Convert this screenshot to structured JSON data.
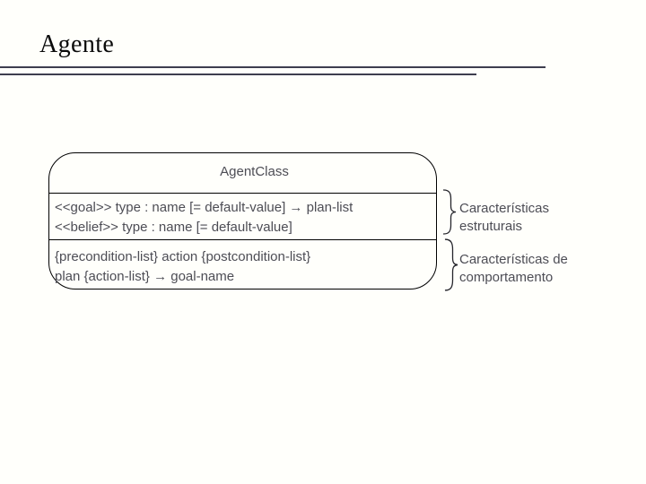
{
  "slide": {
    "title": "Agente",
    "background_color": "#fffffb",
    "rule_color": "#3e3e4e"
  },
  "agent_box": {
    "title": "AgentClass",
    "border_color": "#000000",
    "text_color": "#4d4d55",
    "compartments": [
      {
        "name": "structural-features",
        "lines": [
          "<<goal>> type : name [= default-value] → plan-list",
          "<<belief>> type : name [= default-value]"
        ]
      },
      {
        "name": "behavioral-features",
        "lines": [
          "{precondition-list} action {postcondition-list}",
          "plan {action-list} → goal-name"
        ]
      }
    ]
  },
  "annotations": [
    {
      "icon": "right-curly-brace",
      "lines": [
        "Características",
        "estruturais"
      ]
    },
    {
      "icon": "right-curly-brace",
      "lines": [
        "Características de",
        "comportamento"
      ]
    }
  ]
}
